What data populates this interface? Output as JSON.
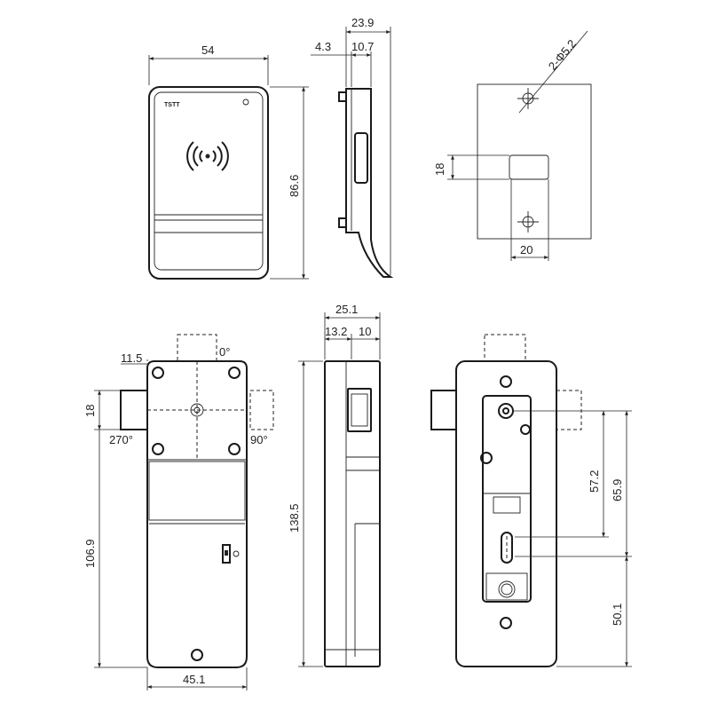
{
  "brand": {
    "logo_text": "TSTT"
  },
  "dimensions": {
    "front_width": "54",
    "front_height": "86.6",
    "side_depth": "23.9",
    "side_a": "4.3",
    "side_b": "10.7",
    "hole_spec": "2-Φ5.2",
    "cutout_height": "18",
    "cutout_width": "20",
    "lock_top_width": "11.5",
    "lock_bolt_height": "18",
    "lock_total_height": "106.9",
    "lock_bottom_width": "45.1",
    "lock_side_depth": "25.1",
    "lock_side_a": "13.2",
    "lock_side_b": "10",
    "lock_side_height": "138.5",
    "back_d1": "57.2",
    "back_d2": "65.9",
    "back_d3": "50.1"
  },
  "angles": {
    "top": "0°",
    "left": "270°",
    "right": "90°"
  }
}
